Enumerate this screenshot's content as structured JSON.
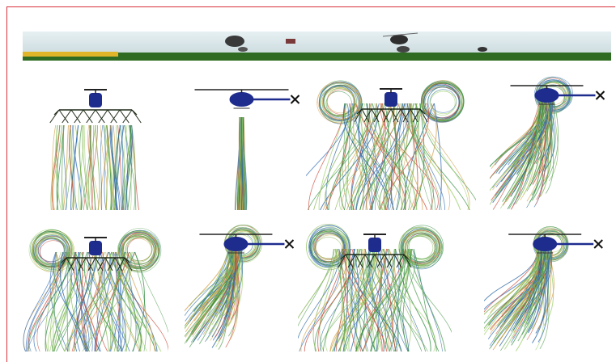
{
  "colors": {
    "frame_border": "#d8323a",
    "sky_light": "#e6f0f2",
    "sky_dark": "#c6d6da",
    "ground_green": "#2f6b22",
    "ground_yellow": "#e0b52a",
    "helicopter_blue": "#1e2c8e",
    "boom_dark": "#1e2a18",
    "streamline_colors": [
      "#2e8b3e",
      "#7fb04a",
      "#3a72b8",
      "#c94a3a",
      "#d3a14b",
      "#9ccf6a",
      "#1f5e9c",
      "#5aa35a"
    ]
  },
  "icons": {
    "helicopter": "helicopter-icon",
    "tail_rotor": "x-tail-rotor-icon",
    "spray_boom": "spray-boom-icon"
  },
  "panels": [
    {
      "id": "front-downwash-straight",
      "view": "front",
      "vortices": false,
      "spread": "narrow"
    },
    {
      "id": "side-downwash-straight",
      "view": "side",
      "vortices": false,
      "spread": "narrow"
    },
    {
      "id": "front-downwash-vortex-upper",
      "view": "front",
      "vortices": true,
      "spread": "wide"
    },
    {
      "id": "side-downwash-drift-upper",
      "view": "side",
      "vortices": true,
      "spread": "left-drift"
    },
    {
      "id": "front-downwash-vortex-lower-a",
      "view": "front",
      "vortices": true,
      "spread": "wide"
    },
    {
      "id": "side-downwash-drift-lower-a",
      "view": "side",
      "vortices": true,
      "spread": "left-drift"
    },
    {
      "id": "front-downwash-vortex-lower-b",
      "view": "front",
      "vortices": true,
      "spread": "wide"
    },
    {
      "id": "side-downwash-drift-lower-b",
      "view": "side",
      "vortices": true,
      "spread": "left-drift"
    }
  ]
}
